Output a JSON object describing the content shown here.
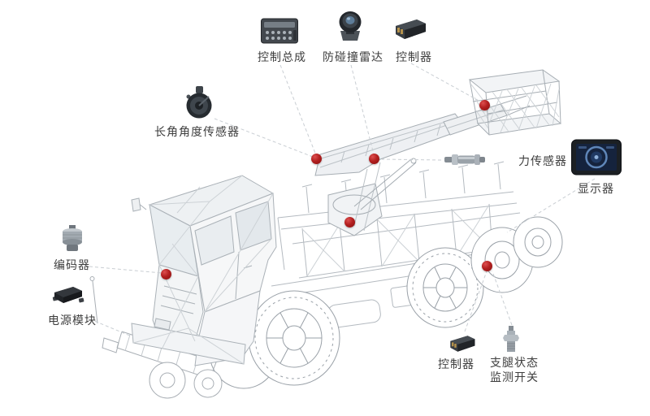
{
  "page": {
    "background": "#ffffff",
    "marker_color": "#a51818",
    "leader_line_color": "#c9ced3",
    "hotspot_count": 6,
    "subject": "wireframe aerial work platform truck component diagram"
  },
  "callouts": [
    {
      "id": "control-assembly",
      "label": "控制总成",
      "icon": "control-panel-icon"
    },
    {
      "id": "anti-collision-radar",
      "label": "防碰撞雷达",
      "icon": "radar-sensor-icon"
    },
    {
      "id": "controller-top",
      "label": "控制器",
      "icon": "ecu-box-icon"
    },
    {
      "id": "boom-angle-sensor",
      "label": "长角角度传感器",
      "icon": "angle-sensor-icon"
    },
    {
      "id": "force-sensor",
      "label": "力传感器",
      "icon": "load-pin-icon"
    },
    {
      "id": "display",
      "label": "显示器",
      "icon": "monitor-icon"
    },
    {
      "id": "encoder",
      "label": "编码器",
      "icon": "encoder-icon"
    },
    {
      "id": "power-module",
      "label": "电源模块",
      "icon": "power-module-icon"
    },
    {
      "id": "controller-bottom",
      "label": "控制器",
      "icon": "ecu-box-icon"
    },
    {
      "id": "outrigger-status-switch",
      "label": "支腿状态\n监测开关",
      "icon": "limit-switch-icon"
    }
  ]
}
